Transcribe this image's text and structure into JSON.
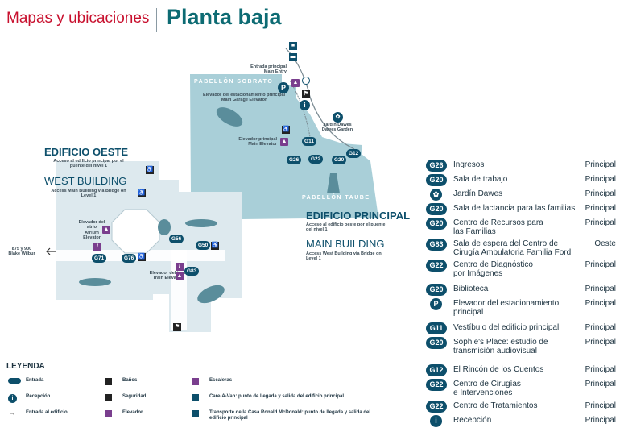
{
  "header": {
    "section": "Mapas y ubicaciones",
    "title": "Planta baja"
  },
  "map": {
    "pavilions": {
      "sobrato": "PABELLÓN SOBRATO",
      "taube": "PABELLÓN TAUBE"
    },
    "west_building": {
      "es": "EDIFICIO OESTE",
      "es_note": "Acceso al edificio principal por el puente del nivel 1",
      "en": "WEST BUILDING",
      "en_note": "Access Main Building via Bridge on Level 1"
    },
    "main_building": {
      "es": "EDIFICIO PRINCIPAL",
      "es_note": "Acceso al edificio oeste por el puente del nivel 1",
      "en": "MAIN BUILDING",
      "en_note": "Access West Building via Bridge on Level 1"
    },
    "labels": {
      "main_entry": "Entrada principal\nMain Entry",
      "garage_elevator": "Elevador del estacionamiento principal\nMain Garage Elevator",
      "main_elevator": "Elevador principal\nMain Elevator",
      "dawes_garden": "Jardín Dawes\nDawes Garden",
      "atrium_elevator": "Elevador del atrio\nAtrium Elevator",
      "train_elevator": "Elevador del tren\nTrain Elevator",
      "blake_wilbur": "875 y 900\nBlake Wilbur"
    },
    "badges": {
      "g11": "G11",
      "g22": "G22",
      "g20": "G20",
      "g12": "G12",
      "g26": "G26",
      "g56": "G56",
      "g50": "G50",
      "g71": "G71",
      "g76": "G76",
      "g83": "G83"
    },
    "icons": {
      "p": "P",
      "info": "i"
    }
  },
  "legend": {
    "title": "LEYENDA",
    "items": [
      {
        "icon": "entrance-icon",
        "label": "Entrada"
      },
      {
        "icon": "info-icon",
        "label": "Recepción"
      },
      {
        "icon": "arrow-icon",
        "label": "Entrada al edificio"
      },
      {
        "icon": "restroom-icon",
        "label": "Baños"
      },
      {
        "icon": "security-icon",
        "label": "Seguridad"
      },
      {
        "icon": "elevator-icon",
        "label": "Elevador"
      },
      {
        "icon": "stairs-icon",
        "label": "Escaleras"
      },
      {
        "icon": "van-icon",
        "label": "Care-A-Van: punto de llegada y salida del edificio principal"
      },
      {
        "icon": "transport-icon",
        "label": "Transporte de la Casa Ronald McDonald: punto de llegada y salida del edificio principal"
      }
    ]
  },
  "directory": [
    {
      "code": "G26",
      "name": "Ingresos",
      "wing": "Principal"
    },
    {
      "code": "G20",
      "name": "Sala de trabajo",
      "wing": "Principal"
    },
    {
      "code": "✿",
      "name": "Jardín Dawes",
      "wing": "Principal"
    },
    {
      "code": "G20",
      "name": "Sala de lactancia para las familias",
      "wing": "Principal"
    },
    {
      "code": "G20",
      "name": "Centro de Recursos para\nlas Familias",
      "wing": "Principal"
    },
    {
      "code": "G83",
      "name": "Sala de espera del Centro de\nCirugía Ambulatoria Familia Ford",
      "wing": "Oeste"
    },
    {
      "code": "G22",
      "name": "Centro de Diagnóstico\npor Imágenes",
      "wing": "Principal"
    },
    {
      "code": "G20",
      "name": "Biblioteca",
      "wing": "Principal"
    },
    {
      "code": "P",
      "name": "Elevador del estacionamiento\nprincipal",
      "wing": "Principal"
    },
    {
      "code": "G11",
      "name": "Vestíbulo del edificio principal",
      "wing": "Principal"
    },
    {
      "code": "G20",
      "name": "Sophie's Place: estudio de\ntransmisión audiovisual",
      "wing": "Principal"
    },
    {
      "code": "G12",
      "name": "El Rincón de los Cuentos",
      "wing": "Principal"
    },
    {
      "code": "G22",
      "name": "Centro de Cirugías\ne Intervenciones",
      "wing": "Principal"
    },
    {
      "code": "G22",
      "name": "Centro de Tratamientos",
      "wing": "Principal"
    },
    {
      "code": "i",
      "name": "Recepción",
      "wing": "Principal"
    }
  ]
}
